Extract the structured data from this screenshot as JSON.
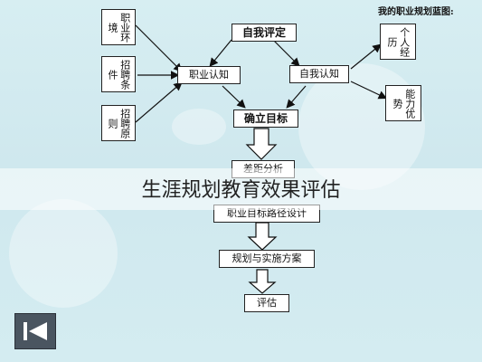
{
  "diagram": {
    "legend_title": "我的职业规划蓝图:",
    "nodes": {
      "self_assessment": "自我评定",
      "career_env": "职业环境",
      "recruit_cond": "招聘条件",
      "recruit_rules": "招聘原则",
      "career_cognition": "职业认知",
      "self_cognition": "自我认知",
      "personal_exp": "个人经历",
      "ability": "能力优势",
      "set_goal": "确立目标",
      "gap_analysis": "差距分析",
      "path_design": "职业目标路径设计",
      "plan_impl": "规划与实施方案",
      "evaluation": "评估"
    }
  },
  "caption": "生涯规划教育效果评估",
  "colors": {
    "arrow": "#111111",
    "box_border": "#222222",
    "nav_bg": "#4a5560"
  }
}
